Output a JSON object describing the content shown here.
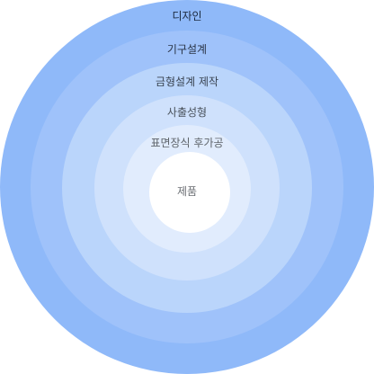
{
  "diagram": {
    "layers": [
      {
        "label": "디자인",
        "fill": "#8fb9f9",
        "text_color": "#1c2a3f"
      },
      {
        "label": "기구설계",
        "fill": "#9fc2fa",
        "text_color": "#2a3446"
      },
      {
        "label": "금형설계 제작",
        "fill": "#bad5fb",
        "text_color": "#3a4452"
      },
      {
        "label": "사출성형",
        "fill": "#cfe1fc",
        "text_color": "#4a525c"
      },
      {
        "label": "표면장식 후가공",
        "fill": "#e1ecfd",
        "text_color": "#5e646a"
      },
      {
        "label": "제품",
        "fill": "#ffffff",
        "text_color": "#6a6e73"
      }
    ]
  }
}
